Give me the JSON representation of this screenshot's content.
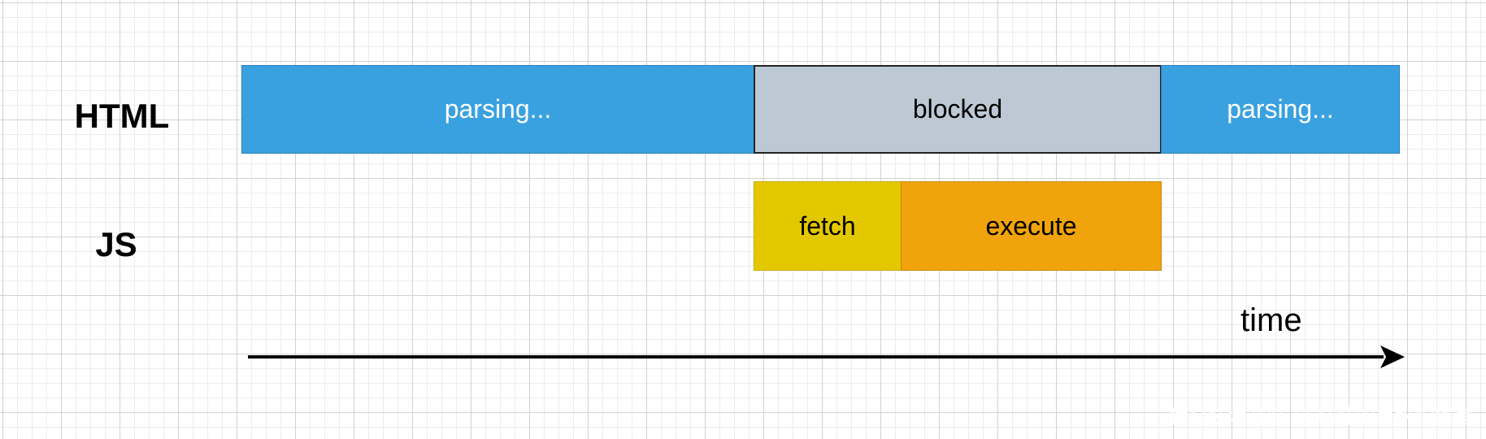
{
  "rows": {
    "html_label": "HTML",
    "js_label": "JS"
  },
  "bars": {
    "html_parsing_1": "parsing...",
    "html_blocked": "blocked",
    "html_parsing_2": "parsing...",
    "js_fetch": "fetch",
    "js_execute": "execute"
  },
  "axis": {
    "label": "time"
  },
  "watermark": "掘金技术社区 @ 精壮的泉水指挥官",
  "colors": {
    "parsing": "#3aa1e0",
    "blocked": "#bcc9d4",
    "fetch": "#e3c800",
    "execute": "#f0a30a"
  }
}
